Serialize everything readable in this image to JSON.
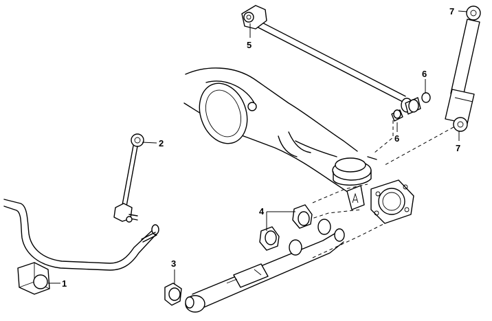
{
  "callouts": [
    {
      "id": "1",
      "label": "1"
    },
    {
      "id": "2",
      "label": "2"
    },
    {
      "id": "3",
      "label": "3"
    },
    {
      "id": "4",
      "label": "4"
    },
    {
      "id": "5",
      "label": "5"
    },
    {
      "id": "6a",
      "label": "6"
    },
    {
      "id": "6b",
      "label": "6"
    },
    {
      "id": "7a",
      "label": "7"
    },
    {
      "id": "7b",
      "label": "7"
    }
  ]
}
